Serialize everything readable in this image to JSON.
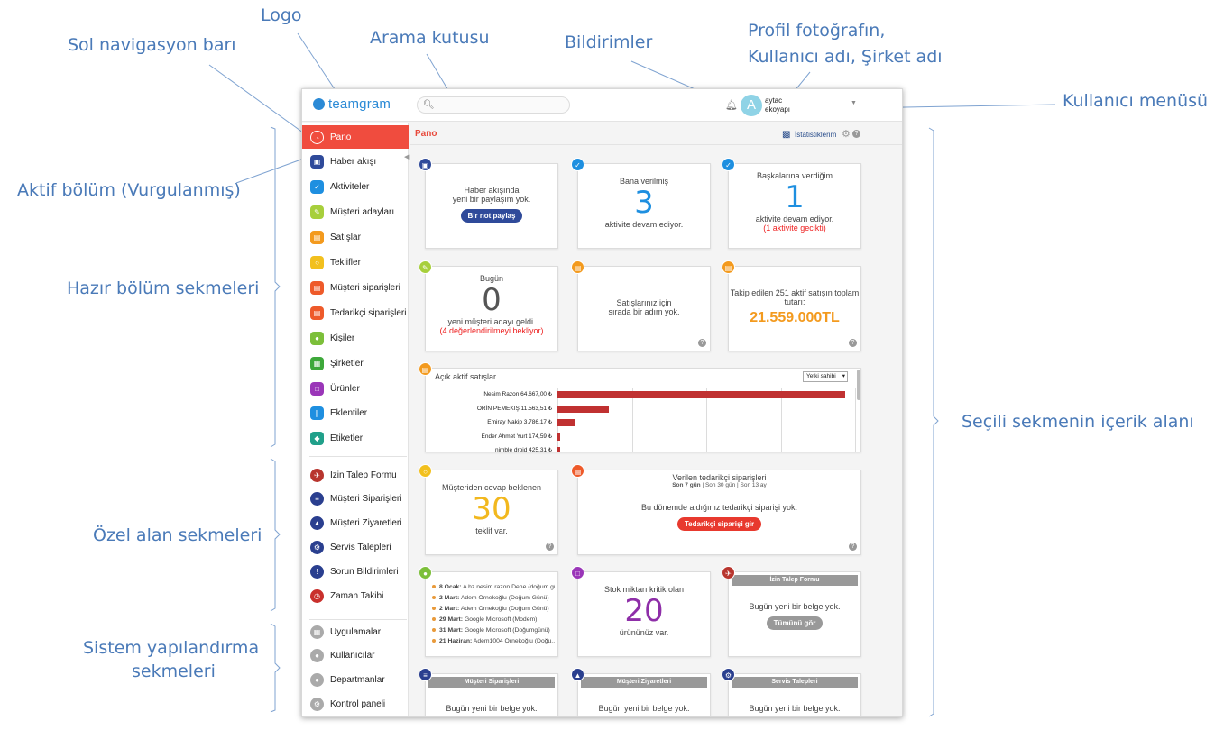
{
  "annotations": {
    "logo": "Logo",
    "left_nav": "Sol navigasyon barı",
    "search": "Arama kutusu",
    "notifications": "Bildirimler",
    "profile_line1": "Profil fotoğrafın,",
    "profile_line2": "Kullanıcı adı, Şirket adı",
    "user_menu": "Kullanıcı menüsü",
    "active_section": "Aktif bölüm (Vurgulanmış)",
    "ready_tabs": "Hazır bölüm sekmeleri",
    "content_area": "Seçili sekmenin içerik alanı",
    "custom_tabs": "Özel alan sekmeleri",
    "system_line1": "Sistem  yapılandırma",
    "system_line2": "sekmeleri"
  },
  "header": {
    "logo_text": "teamgram",
    "user_name": "aytac",
    "company_name": "ekoyapı",
    "avatar_letter": "A"
  },
  "colors": {
    "accent": "#f04c3e",
    "brand": "#2b8ad6",
    "annotation": "#4a7ab8",
    "bar": "#c03131"
  },
  "sidebar": {
    "ready": [
      {
        "label": "Pano",
        "icon": "dashboard-icon",
        "color": "#f04c3e"
      },
      {
        "label": "Haber akışı",
        "icon": "newsfeed-icon",
        "color": "#2f4a9a"
      },
      {
        "label": "Aktiviteler",
        "icon": "checkbox-icon",
        "color": "#1e8fe0"
      },
      {
        "label": "Müşteri adayları",
        "icon": "pencil-icon",
        "color": "#a7cf3c"
      },
      {
        "label": "Satışlar",
        "icon": "sales-icon",
        "color": "#f39a1e"
      },
      {
        "label": "Teklifler",
        "icon": "offer-icon",
        "color": "#f2c01e"
      },
      {
        "label": "Müşteri siparişleri",
        "icon": "customer-order-icon",
        "color": "#ee5a2a"
      },
      {
        "label": "Tedarikçi siparişleri",
        "icon": "supplier-order-icon",
        "color": "#ee5a2a"
      },
      {
        "label": "Kişiler",
        "icon": "person-icon",
        "color": "#7cbf3a"
      },
      {
        "label": "Şirketler",
        "icon": "building-icon",
        "color": "#3da83a"
      },
      {
        "label": "Ürünler",
        "icon": "box-icon",
        "color": "#9a36b8"
      },
      {
        "label": "Eklentiler",
        "icon": "paperclip-icon",
        "color": "#1e8fe0"
      },
      {
        "label": "Etiketler",
        "icon": "tag-icon",
        "color": "#20a08a"
      }
    ],
    "custom": [
      {
        "label": "İzin Talep Formu",
        "icon": "leave-request-icon",
        "color": "#b8352e"
      },
      {
        "label": "Müşteri Siparişleri",
        "icon": "list-icon",
        "color": "#2a3f8f"
      },
      {
        "label": "Müşteri Ziyaretleri",
        "icon": "visit-icon",
        "color": "#2a3f8f"
      },
      {
        "label": "Servis Talepleri",
        "icon": "service-icon",
        "color": "#2a3f8f"
      },
      {
        "label": "Sorun Bildirimleri",
        "icon": "alert-icon",
        "color": "#2a3f8f"
      },
      {
        "label": "Zaman Takibi",
        "icon": "clock-icon",
        "color": "#c9302c"
      }
    ],
    "system": [
      {
        "label": "Uygulamalar",
        "icon": "apps-icon",
        "color": "#aaaaaa"
      },
      {
        "label": "Kullanıcılar",
        "icon": "users-icon",
        "color": "#aaaaaa"
      },
      {
        "label": "Departmanlar",
        "icon": "departments-icon",
        "color": "#aaaaaa"
      },
      {
        "label": "Kontrol paneli",
        "icon": "control-panel-icon",
        "color": "#aaaaaa"
      }
    ]
  },
  "content": {
    "title": "Pano",
    "stats_label": "İstatistiklerim",
    "help": "?",
    "newsfeed": {
      "line1": "Haber akışında",
      "line2": "yeni bir paylaşım yok.",
      "button": "Bir not paylaş"
    },
    "assigned": {
      "title": "Bana verilmiş",
      "value": "3",
      "sub": "aktivite devam ediyor."
    },
    "given": {
      "title": "Başkalarına verdiğim",
      "value": "1",
      "sub": "aktivite devam ediyor.",
      "late": "(1 aktivite gecikti)"
    },
    "leads": {
      "title": "Bugün",
      "value": "0",
      "sub": "yeni müşteri adayı geldi.",
      "pending": "(4 değerlendirilmeyi bekliyor)"
    },
    "next_step": {
      "line1": "Satışlarınız için",
      "line2": "sırada bir adım yok."
    },
    "tracked": {
      "line1": "Takip edilen 251 aktif satışın toplam",
      "line2": "tutarı:",
      "value": "21.559.000TL"
    },
    "open_sales": {
      "title": "Açık aktif satışlar",
      "select": "Yetki sahibi"
    },
    "pending_offers": {
      "title": "Müşteriden cevap beklenen",
      "value": "30",
      "sub": "teklif var."
    },
    "supplier": {
      "title": "Verilen tedarikçi siparişleri",
      "filter_active": "Son 7 gün",
      "filter_rest": "| Son 30 gün | Son 13 ay",
      "message": "Bu dönemde aldığınız tedarikçi siparişi yok.",
      "button": "Tedarikçi siparişi gir"
    },
    "contacts": [
      {
        "date": "8 Ocak:",
        "text": "A hz nesim razon Dene (doğum gün..."
      },
      {
        "date": "2 Mart:",
        "text": "Adem Örnekoğlu (Doğum Günü)"
      },
      {
        "date": "2 Mart:",
        "text": "Adem Örnekoğlu (Doğum Günü)"
      },
      {
        "date": "29 Mart:",
        "text": "Google Microsoft (Modem)"
      },
      {
        "date": "31 Mart:",
        "text": "Google Microsoft (Doğumgünü)"
      },
      {
        "date": "21 Haziran:",
        "text": "Adem1004 Örnekoğlu (Doğu..."
      }
    ],
    "stock": {
      "title": "Stok miktarı kritik olan",
      "value": "20",
      "sub": "ürününüz var."
    },
    "leave_form": {
      "head": "İzin Talep Formu",
      "message": "Bugün yeni bir belge yok.",
      "button": "Tümünü gör"
    },
    "bottom_cards": [
      {
        "head": "Müşteri Siparişleri",
        "message": "Bugün yeni bir belge yok."
      },
      {
        "head": "Müşteri Ziyaretleri",
        "message": "Bugün yeni bir belge yok."
      },
      {
        "head": "Servis Talepleri",
        "message": "Bugün yeni bir belge yok."
      }
    ]
  },
  "chart_data": {
    "type": "bar",
    "title": "Açık aktif satışlar",
    "categories": [
      "Nesim Razon 64.667,00 ₺",
      "ORİN PEMEKIŞ 11.563,51 ₺",
      "Emiray Nakip 3.786,17 ₺",
      "Ender Ahmet Yurt 174,59 ₺",
      "nimble droid 425,31 ₺"
    ],
    "values": [
      64667.0,
      11563.51,
      3786.17,
      174.59,
      425.31
    ],
    "xlim": [
      0,
      67000
    ],
    "grid": true
  }
}
